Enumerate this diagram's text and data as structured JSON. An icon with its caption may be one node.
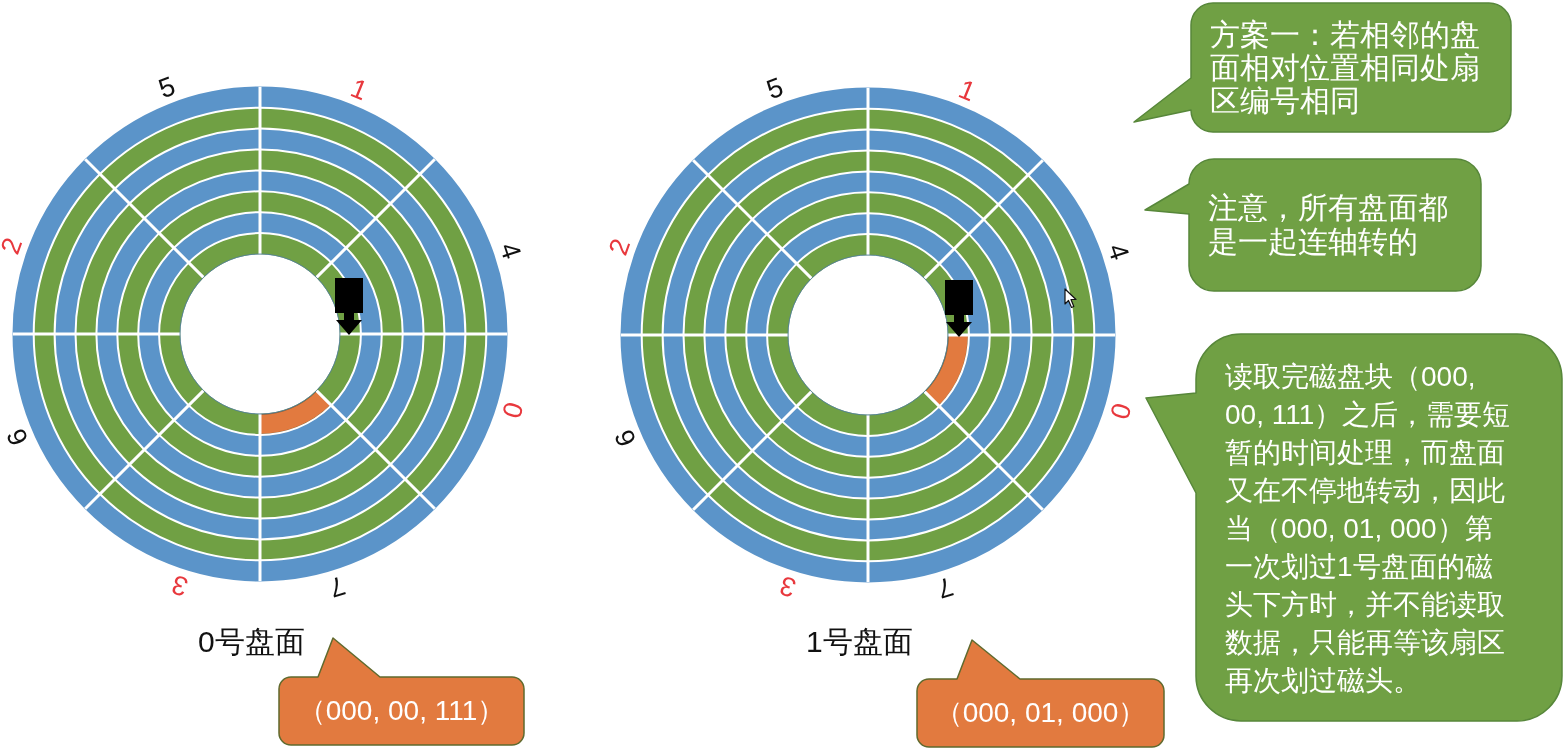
{
  "diagram": {
    "nodes": [
      {
        "text": [
          "方案一：若相邻的盘面相对位置相同处扇区编号相同"
        ]
      },
      {
        "text": [
          "注意，所有盘面都是一起连轴转的"
        ]
      },
      {
        "text": [
          "读取完磁盘块（000, 00, 111）之后，需要短暂的时间处理，而盘面又在不停地转动，因此当（000, 01, 000）第一次划过1号盘面的磁头下方时，并不能读取数据，只能再等该扇区再次划过磁头。"
        ]
      },
      {
        "text": [
          "（000, 00, 111）"
        ]
      },
      {
        "text": [
          "（000, 01, 000）"
        ]
      }
    ],
    "labels": [
      "5",
      "1",
      "4",
      "0",
      "7",
      "3",
      "6",
      "2",
      "0号盘面",
      "5",
      "1",
      "4",
      "0",
      "7",
      "3",
      "6",
      "2",
      "1号盘面"
    ]
  }
}
